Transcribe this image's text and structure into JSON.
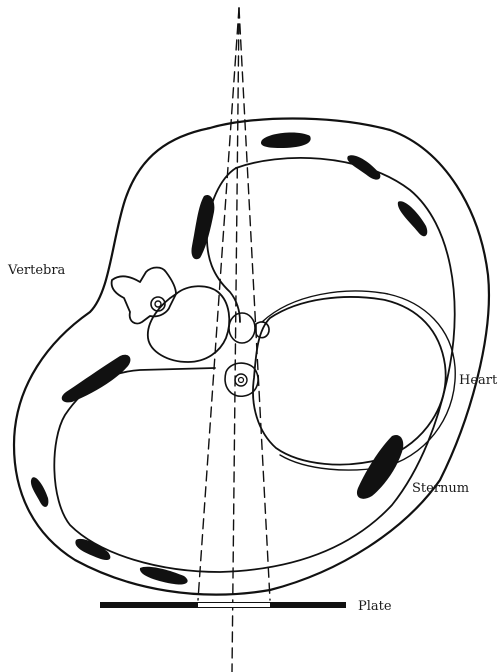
{
  "labels": {
    "vertebra": "Vertebra",
    "heart": "Heart",
    "sternum": "Sternum",
    "plate": "Plate"
  },
  "colors": {
    "ink": "#111111",
    "background": "#ffffff"
  }
}
